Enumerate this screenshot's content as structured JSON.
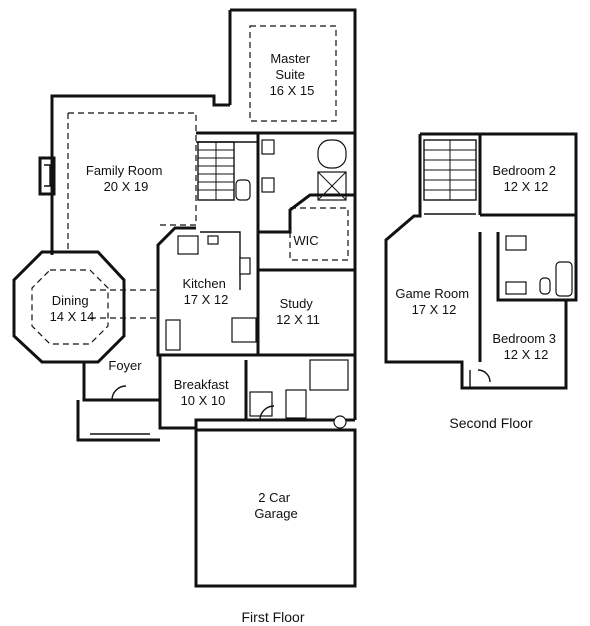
{
  "first_floor": {
    "caption": "First Floor",
    "rooms": [
      {
        "id": "master-suite",
        "name": "Master\nSuite",
        "size": "16 X 15"
      },
      {
        "id": "family-room",
        "name": "Family Room",
        "size": "20 X 19"
      },
      {
        "id": "wic",
        "name": "WIC",
        "size": ""
      },
      {
        "id": "dining",
        "name": "Dining",
        "size": "14 X 14"
      },
      {
        "id": "kitchen",
        "name": "Kitchen",
        "size": "17 X 12"
      },
      {
        "id": "study",
        "name": "Study",
        "size": "12 X 11"
      },
      {
        "id": "foyer",
        "name": "Foyer",
        "size": ""
      },
      {
        "id": "breakfast",
        "name": "Breakfast",
        "size": "10 X 10"
      },
      {
        "id": "garage",
        "name": "2 Car\nGarage",
        "size": ""
      }
    ]
  },
  "second_floor": {
    "caption": "Second Floor",
    "rooms": [
      {
        "id": "bedroom-2",
        "name": "Bedroom 2",
        "size": "12 X 12"
      },
      {
        "id": "game-room",
        "name": "Game Room",
        "size": "17 X 12"
      },
      {
        "id": "bedroom-3",
        "name": "Bedroom 3",
        "size": "12 X 12"
      }
    ]
  }
}
